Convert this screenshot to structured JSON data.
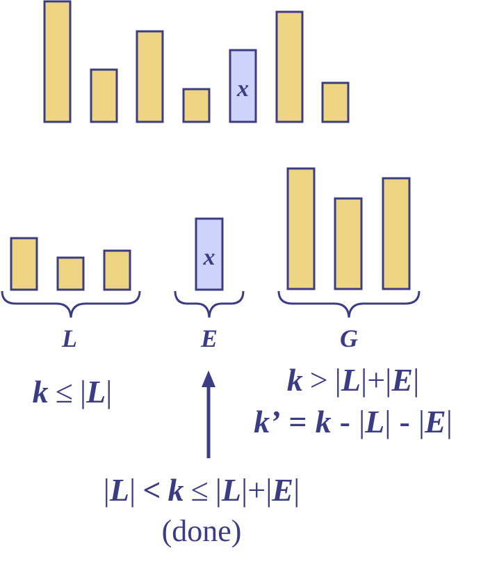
{
  "pivot_symbol": "x",
  "top_row": {
    "bars": [
      {
        "height": 173,
        "kind": "element"
      },
      {
        "height": 75,
        "kind": "element"
      },
      {
        "height": 130,
        "kind": "element"
      },
      {
        "height": 47,
        "kind": "element"
      },
      {
        "height": 103,
        "kind": "pivot"
      },
      {
        "height": 158,
        "kind": "element"
      },
      {
        "height": 56,
        "kind": "element"
      }
    ]
  },
  "partitions": {
    "L": {
      "label": "L",
      "bars": [
        74,
        46,
        56
      ]
    },
    "E": {
      "label": "E",
      "bars": [
        102
      ]
    },
    "G": {
      "label": "G",
      "bars": [
        173,
        130,
        159
      ]
    }
  },
  "conditions": {
    "left": {
      "k": "k",
      "le": "≤",
      "bar1": "|",
      "L": "L",
      "bar2": "|"
    },
    "right_line1": {
      "k": "k",
      "gt": ">",
      "pL1": "|",
      "L": "L",
      "pL2": "|",
      "plus": "+",
      "pE1": "|",
      "E": "E",
      "pE2": "|"
    },
    "right_line2": {
      "kprime": "k’",
      "eq": "=",
      "k": "k",
      "m1": "-",
      "pL1": "|",
      "L": "L",
      "pL2": "|",
      "m2": "-",
      "pE1": "|",
      "E": "E",
      "pE2": "|"
    },
    "bottom_line1": {
      "pL1": "|",
      "L": "L",
      "pL2": "|",
      "lt": "<",
      "k": "k",
      "le": "≤",
      "pL3": "|",
      "L2": "L",
      "pL4": "|",
      "plus": "+",
      "pE1": "|",
      "E": "E",
      "pE2": "|"
    },
    "bottom_line2": "(done)"
  },
  "colors": {
    "stroke": "#3b3d84",
    "bar_fill": "#eed583",
    "pivot_fill": "#cdd4fb"
  }
}
